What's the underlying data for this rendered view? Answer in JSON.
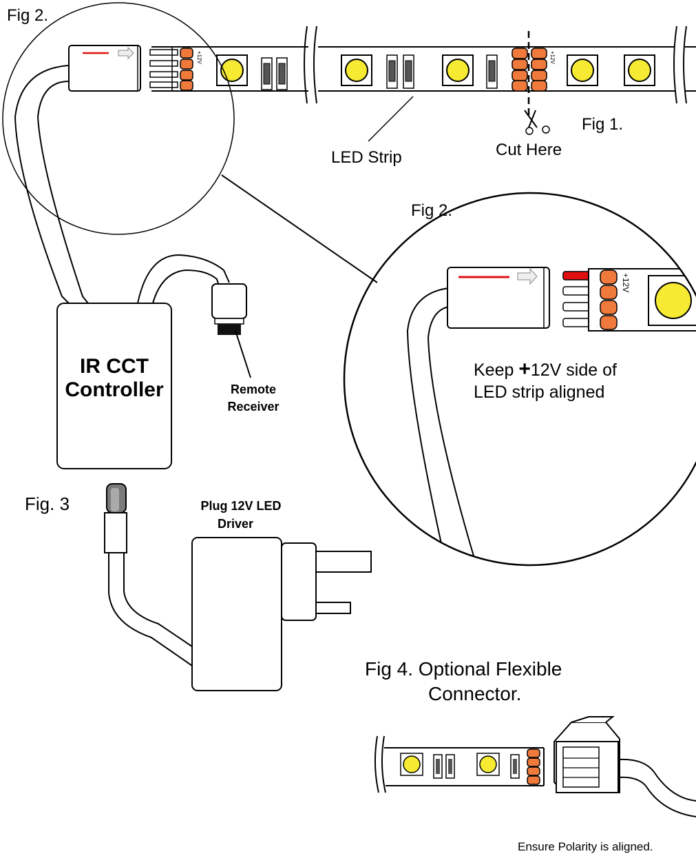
{
  "figures": {
    "fig2_top_label": "Fig 2.",
    "fig1_label": "Fig 1.",
    "led_strip_label": "LED Strip",
    "cut_here_label": "Cut Here",
    "fig2_zoom_label": "Fig 2.",
    "fig2_note_prefix": "Keep ",
    "fig2_note_plus": "+",
    "fig2_note_after_plus": "12V side of",
    "fig2_note_line2": "LED strip aligned",
    "controller_line1": "IR CCT",
    "controller_line2": "Controller",
    "remote_line1": "Remote",
    "remote_line2": "Receiver",
    "fig3_label": "Fig. 3",
    "driver_line1": "Plug 12V LED",
    "driver_line2": "Driver",
    "fig4_line1": "Fig 4.  Optional Flexible",
    "fig4_line2": "Connector.",
    "polarity_note": "Ensure Polarity is aligned.",
    "pad_label": "+12V"
  },
  "colors": {
    "led_yellow": "#f6ea33",
    "pad_orange": "#ef7a3c",
    "pin_red": "#e01010",
    "dark_component": "#555555"
  }
}
